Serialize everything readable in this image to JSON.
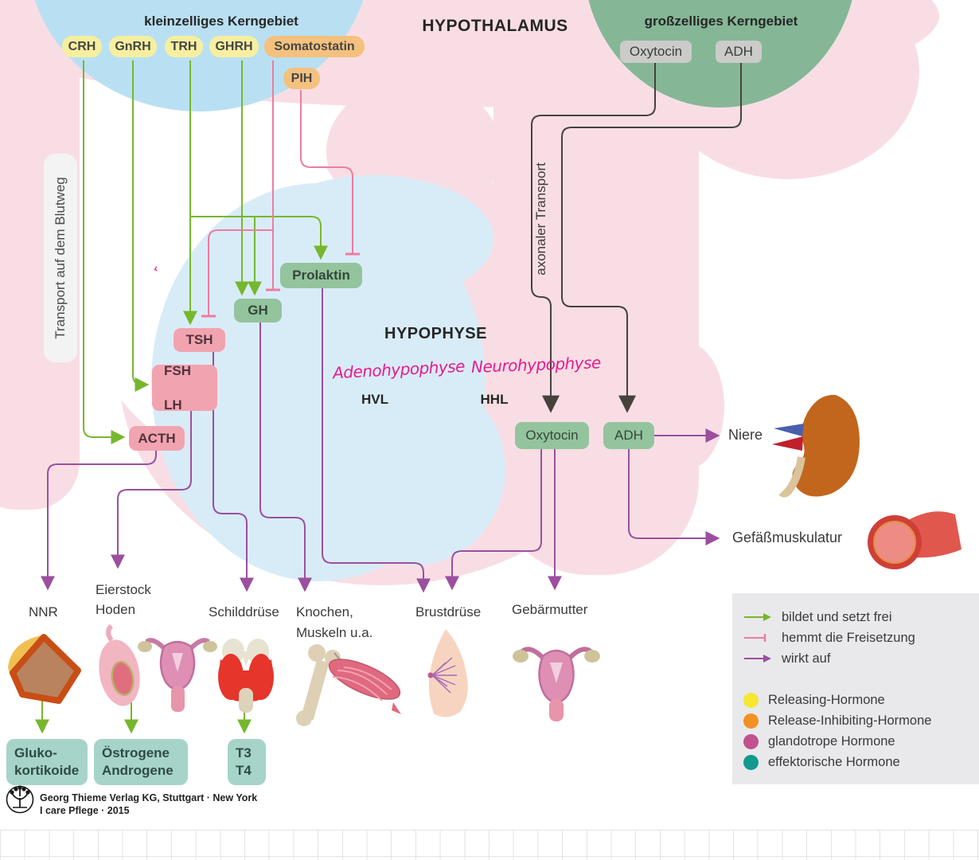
{
  "hypothalamus_title": "HYPOTHALAMUS",
  "small_cell_region_label": "kleinzelliges Kerngebiet",
  "large_cell_region_label": "großzelliges Kerngebiet",
  "releasing_pills": {
    "crh": "CRH",
    "gnrh": "GnRH",
    "trh": "TRH",
    "ghrh": "GHRH"
  },
  "inhibiting_pills": {
    "somatostatin": "Somatostatin",
    "pih": "PIH"
  },
  "posterior_pills": {
    "oxytocin": "Oxytocin",
    "adh": "ADH"
  },
  "transport_blood": "Transport auf dem Blutweg",
  "transport_axonal": "axonaler Transport",
  "hypophyse_title": "HYPOPHYSE",
  "handwriting": {
    "adeno": "Adenohypophyse",
    "neuro": "Neurohypophyse",
    "mark": "‹"
  },
  "lobes": {
    "hvl": "HVL",
    "hhl": "HHL"
  },
  "anterior_boxes": {
    "prolaktin": "Prolaktin",
    "gh": "GH",
    "tsh": "TSH",
    "fsh": "FSH",
    "lh": "LH",
    "acth": "ACTH"
  },
  "posterior_boxes": {
    "oxytocin": "Oxytocin",
    "adh": "ADH"
  },
  "target_labels": {
    "nnr": "NNR",
    "eierstock": "Eierstock",
    "hoden": "Hoden",
    "schilddruese": "Schilddrüse",
    "knochen": "Knochen,",
    "muskeln": "Muskeln u.a.",
    "brustdruese": "Brustdrüse",
    "gebaermutter": "Gebärmutter",
    "niere": "Niere",
    "gefaessmuskulatur": "Gefäßmuskulatur"
  },
  "effector_boxes": {
    "gluko_line1": "Gluko-",
    "gluko_line2": "kortikoide",
    "oestrogene": "Östrogene",
    "androgene": "Androgene",
    "t3": "T3",
    "t4": "T4"
  },
  "legend": {
    "arrow_items": [
      {
        "label": "bildet und setzt frei",
        "color": "#76b72e",
        "type": "arrow"
      },
      {
        "label": "hemmt die Freisetzung",
        "color": "#ee7ba0",
        "type": "tbar"
      },
      {
        "label": "wirkt auf",
        "color": "#9b4f9e",
        "type": "arrow"
      }
    ],
    "dot_items": [
      {
        "label": "Releasing-Hormone",
        "color": "#f6e733"
      },
      {
        "label": "Release-Inhibiting-Hormone",
        "color": "#f29222"
      },
      {
        "label": "glandotrope Hormone",
        "color": "#c2518d"
      },
      {
        "label": "effektorische Hormone",
        "color": "#11998e"
      }
    ]
  },
  "footer": {
    "line1": "Georg Thieme Verlag KG, Stuttgart · New York",
    "line2": "I care Pflege · 2015"
  },
  "palette": {
    "releasing_yellow": "#f6efa0",
    "inhibiting_orange": "#f4c17e",
    "glandotrope_pink": "#f1a4b0",
    "effector_green_box": "#93c49d",
    "effector_teal_box": "#a6d4c9",
    "stimulate_arrow": "#76b72e",
    "inhibit_line": "#ee7ba0",
    "acts_on_arrow": "#9b4f9e",
    "axonal_line": "#46413d",
    "hypothalamus_blue": "#b9e0f2",
    "hypophyse_blue": "#d8ecf8",
    "background_pink": "#f8dee4",
    "large_cell_green": "#85b796"
  }
}
